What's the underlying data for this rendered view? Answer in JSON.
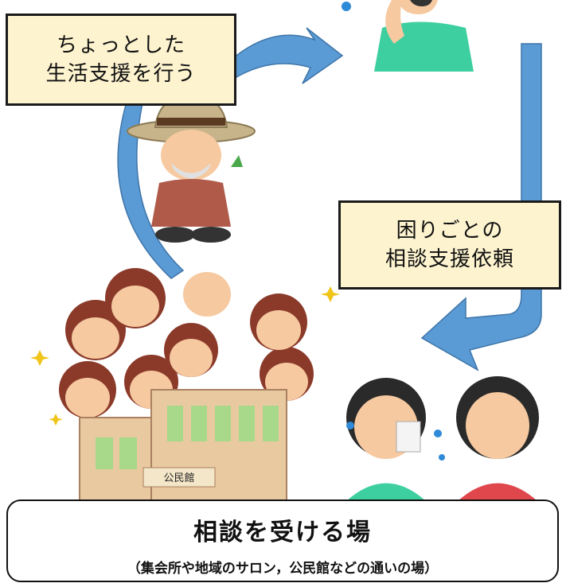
{
  "box_left": {
    "line1": "ちょっとした",
    "line2": "生活支援を行う"
  },
  "box_right": {
    "line1": "困りごとの",
    "line2": "相談支援依頼"
  },
  "bottom": {
    "title": "相談を受ける場",
    "subtitle": "（集会所や地域のサロン，公民館などの通いの場）"
  },
  "building_plate": "公民館",
  "colors": {
    "arrow": "#5b9bd5",
    "box_fill": "#fdf3cf",
    "border": "#1a1a1a"
  }
}
